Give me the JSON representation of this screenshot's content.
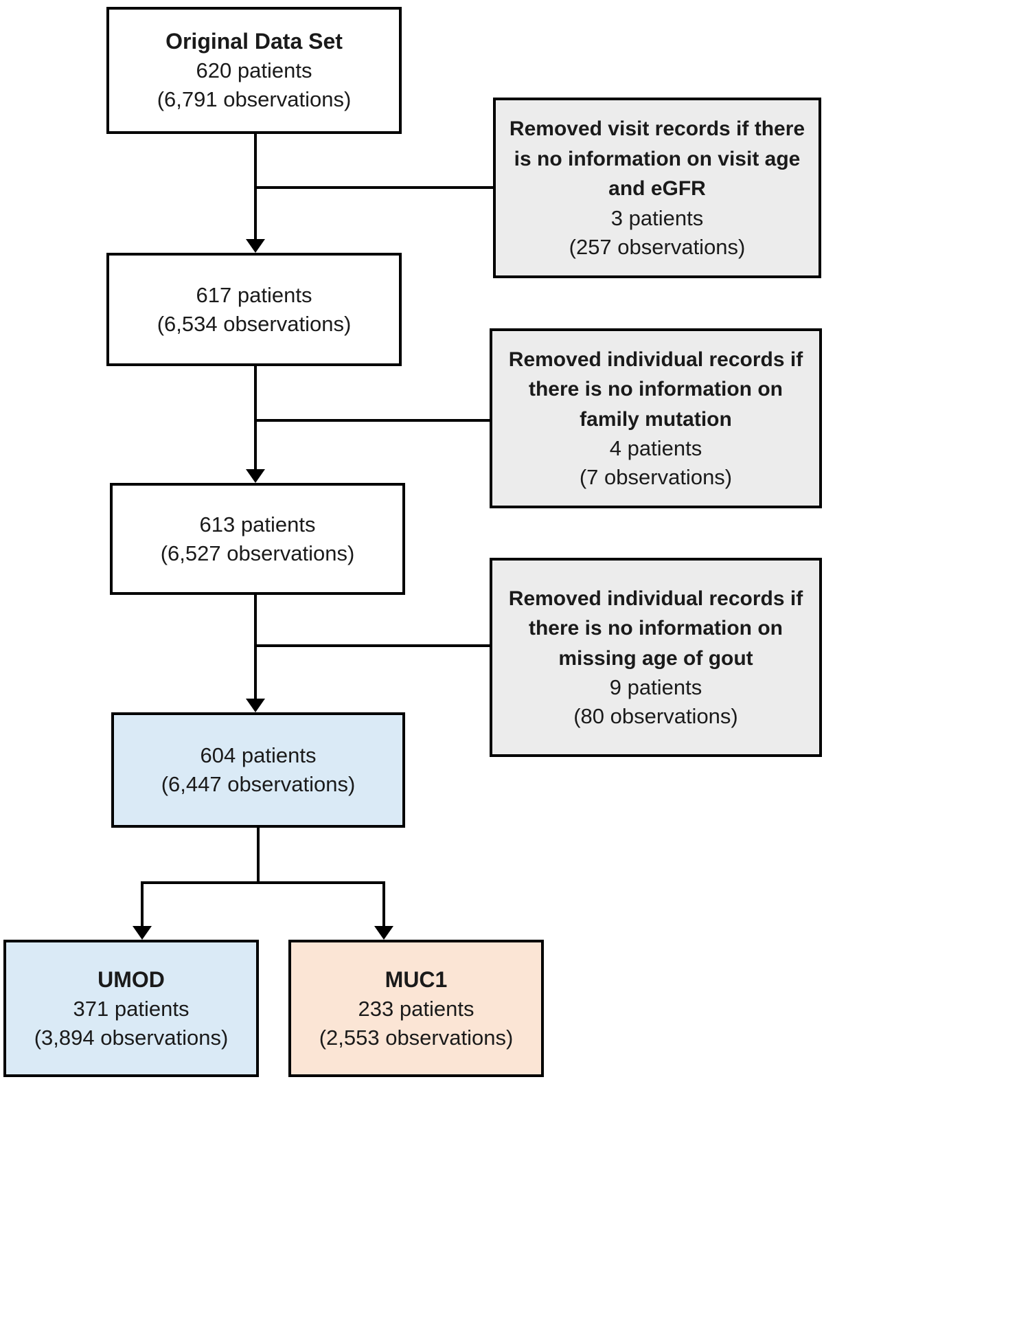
{
  "diagram": {
    "boxes": {
      "original": {
        "title": "Original Data Set",
        "patients": "620 patients",
        "observations": "(6,791 observations)"
      },
      "step2": {
        "patients": "617 patients",
        "observations": "(6,534 observations)"
      },
      "step3": {
        "patients": "613 patients",
        "observations": "(6,527 observations)"
      },
      "step4": {
        "patients": "604 patients",
        "observations": "(6,447 observations)"
      },
      "umod": {
        "title": "UMOD",
        "patients": "371 patients",
        "observations": "(3,894 observations)"
      },
      "muc1": {
        "title": "MUC1",
        "patients": "233 patients",
        "observations": "(2,553 observations)"
      }
    },
    "exclusions": {
      "ex1": {
        "reason": "Removed visit records if there is no information on visit age and eGFR",
        "patients": "3 patients",
        "observations": "(257 observations)"
      },
      "ex2": {
        "reason": "Removed individual records if there is no information on family mutation",
        "patients": "4 patients",
        "observations": "(7 observations)"
      },
      "ex3": {
        "reason": "Removed individual records if there is no information on missing age of gout",
        "patients": "9 patients",
        "observations": "(80 observations)"
      }
    },
    "colors": {
      "box_border": "#000000",
      "exclusion_bg": "#ececec",
      "highlight_blue": "#daeaf6",
      "highlight_orange": "#fbe5d5"
    }
  }
}
